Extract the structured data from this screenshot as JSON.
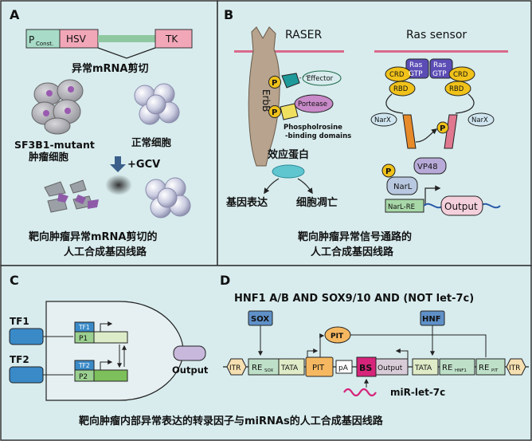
{
  "panels": {
    "A": {
      "label": "A",
      "gene": {
        "p": "P",
        "const": "Const.",
        "hsv": "HSV",
        "tk": "TK"
      },
      "splice_text": "异常mRNA剪切",
      "mutant_label_1": "SF3B1-mutant",
      "mutant_label_2": "肿瘤细胞",
      "normal_label": "正常细胞",
      "drug": "+GCV",
      "caption_1": "靶向肿瘤异常mRNA剪切的",
      "caption_2": "人工合成基因线路"
    },
    "B": {
      "label": "B",
      "raser_title": "RASER",
      "ras_sensor_title": "Ras sensor",
      "erbb": "ErbB",
      "p": "P",
      "effector": "Effector",
      "protease": "Portease",
      "ptb_1": "Phospholrosine",
      "ptb_2": "-binding domains",
      "effect_protein": "效应蛋白",
      "gene_expr": "基因表达",
      "apoptosis": "细胞凋亡",
      "crd": "CRD",
      "rbd": "RBD",
      "ras": "Ras",
      "gtp": "GTP",
      "narx": "NarX",
      "narl": "NarL",
      "vp48": "VP48",
      "narl_re": "NarL-RE",
      "output": "Output",
      "caption_1": "靶向肿瘤异常信号通路的",
      "caption_2": "人工合成基因线路"
    },
    "C": {
      "label": "C",
      "tf1": "TF1",
      "tf2": "TF2",
      "p1": "P1",
      "p2": "P2",
      "output": "Output"
    },
    "D": {
      "label": "D",
      "title": "HNF1 A/B AND SOX9/10 AND (NOT let-7c)",
      "sox": "SOX",
      "pit": "PIT",
      "hnf": "HNF",
      "construct": {
        "itr": "ITR",
        "re": "RE",
        "sox_sub": "SOX",
        "tata": "TATA",
        "pit": "PIT",
        "pa": "pA",
        "bs": "BS",
        "output": "Output",
        "hnf1_sub": "HNF1",
        "pit_sub": "PIT"
      },
      "mir": "miR-let-7c"
    }
  },
  "bottom_caption": "靶向肿瘤内部异常表达的转录因子与miRNAs的人工合成基因线路",
  "colors": {
    "panel_bg": "#d8ecee",
    "border": "#333333",
    "pink": "#f2a7b8",
    "green_line": "#8fc8a0",
    "membrane": "#d96a8a",
    "bs": "#d6247a"
  }
}
